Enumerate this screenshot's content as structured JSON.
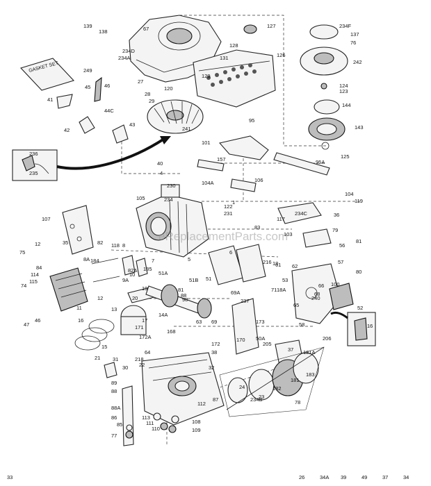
{
  "watermark": "eReplacementParts.com",
  "gasket_set_label": "GASKET SET",
  "callouts": [
    "139",
    "138",
    "67",
    "234D",
    "234A",
    "127",
    "128",
    "126",
    "234F",
    "137",
    "76",
    "131",
    "242",
    "249",
    "45",
    "46",
    "44C",
    "41",
    "42",
    "43",
    "27",
    "120",
    "28",
    "29",
    "241",
    "129",
    "124",
    "123",
    "144",
    "143",
    "125",
    "95",
    "236",
    "235",
    "101",
    "95A",
    "40",
    "157",
    "4",
    "230",
    "104A",
    "106",
    "105",
    "234",
    "122",
    "1",
    "231",
    "107",
    "104",
    "119",
    "36",
    "35",
    "234C",
    "117",
    "83",
    "79",
    "103",
    "82",
    "75",
    "12",
    "184",
    "185",
    "10",
    "9A",
    "8A",
    "8",
    "118",
    "7",
    "5",
    "6",
    "216",
    "18",
    "53",
    "56",
    "57",
    "80",
    "81",
    "114",
    "115",
    "84",
    "74",
    "82A",
    "51A",
    "51B",
    "51",
    "81",
    "88",
    "98",
    "19",
    "20",
    "12",
    "11",
    "13",
    "17",
    "16",
    "47",
    "46",
    "15",
    "14A",
    "100",
    "66",
    "52",
    "16",
    "18A",
    "240",
    "68",
    "71",
    "69A",
    "237",
    "62",
    "61",
    "65",
    "58",
    "170",
    "173",
    "50A",
    "205",
    "206",
    "69",
    "63",
    "171",
    "168",
    "172A",
    "172",
    "64",
    "22",
    "21",
    "31",
    "218",
    "30",
    "38",
    "32",
    "37",
    "181A",
    "183",
    "181",
    "182",
    "23",
    "24",
    "234B",
    "78",
    "89",
    "88",
    "88A",
    "86",
    "85",
    "77",
    "87",
    "112",
    "113",
    "111",
    "110",
    "108",
    "109",
    "26",
    "34A",
    "39",
    "49",
    "37",
    "34",
    "33"
  ]
}
